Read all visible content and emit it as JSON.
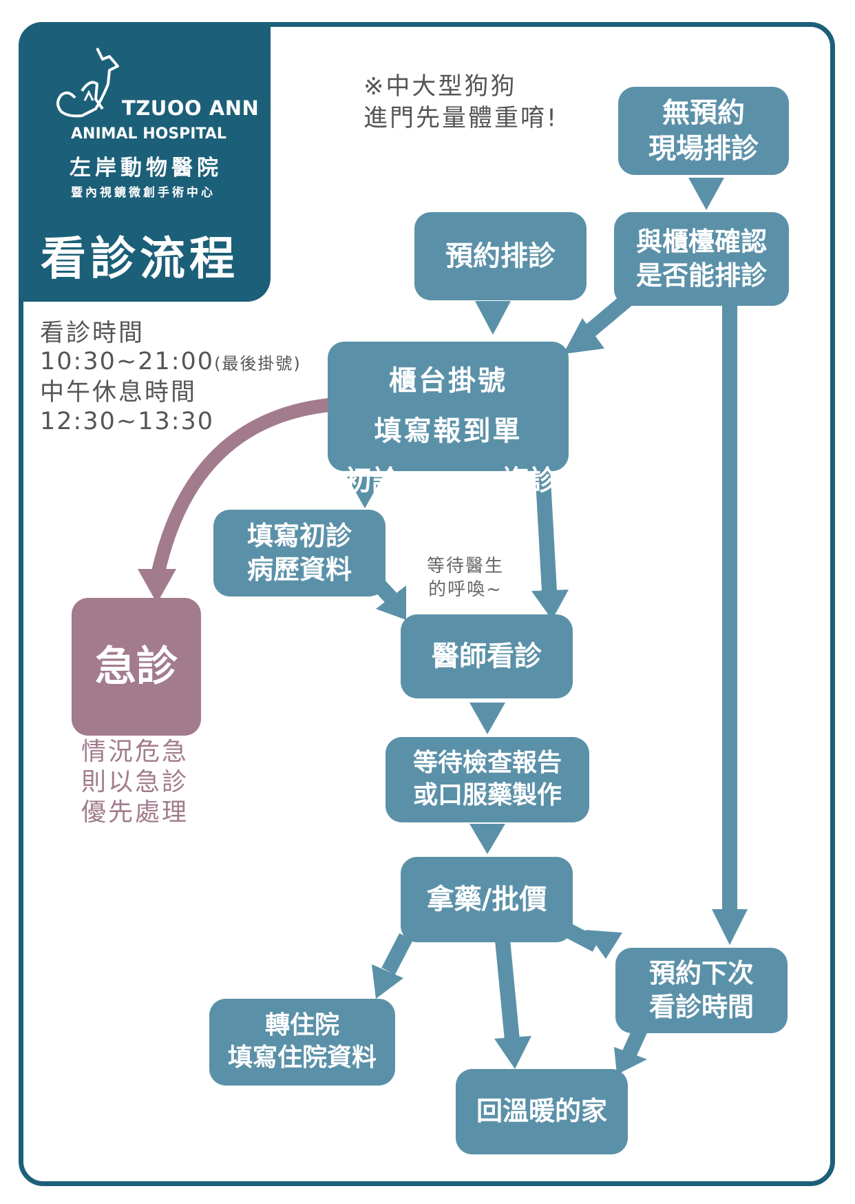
{
  "hospital": {
    "name_en_line1": "TZUOO ANN",
    "name_en_line2": "ANIMAL HOSPITAL",
    "name_zh": "左岸動物醫院",
    "subtitle": "暨內視鏡微創手術中心"
  },
  "page_title": "看診流程",
  "notes": {
    "large_dogs": "※中大型狗狗\n進門先量體重唷!",
    "hours_label": "看診時間",
    "hours_value": "10:30~21:00",
    "hours_suffix": "(最後掛號)",
    "break_label": "中午休息時間",
    "break_value": "12:30~13:30",
    "wait_call": "等待醫生\n的呼喚~",
    "emergency_note": "情況危急\n則以急診\n優先處理"
  },
  "steps": {
    "walk_in": "無預約\n現場排診",
    "appointment": "預約排診",
    "confirm_counter": "與櫃檯確認\n是否能排診",
    "registration_line1": "櫃台掛號",
    "registration_line2": "填寫報到單",
    "first_visit": "初診",
    "return_visit": "複診",
    "fill_history": "填寫初診\n病歷資料",
    "emergency": "急診",
    "doctor_exam": "醫師看診",
    "wait_report": "等待檢查報告\n或口服藥製作",
    "medicine_pay": "拿藥/批價",
    "hospitalize": "轉住院\n填寫住院資料",
    "next_appointment": "預約下次\n看診時間",
    "go_home": "回溫暖的家"
  },
  "colors": {
    "primary": "#1c5f78",
    "box": "#5b91a8",
    "emergency": "#a27b8d",
    "text_gray": "#555555"
  }
}
